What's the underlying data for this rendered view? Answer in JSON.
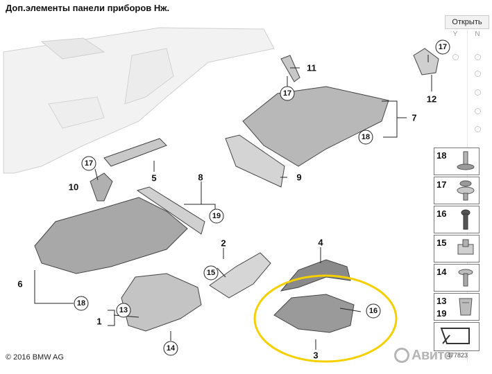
{
  "page": {
    "title": "Доп.элементы панели приборов Нж.",
    "copyright": "© 2016 BMW AG",
    "diagram_code": "477823",
    "watermark": "Авито"
  },
  "side_panel": {
    "open_label": "Открыть",
    "yes_label": "Y",
    "no_label": "N"
  },
  "callouts": {
    "c1": "1",
    "c2": "2",
    "c3": "3",
    "c4": "4",
    "c5": "5",
    "c6": "6",
    "c7": "7",
    "c8": "8",
    "c9": "9",
    "c10": "10",
    "c11": "11",
    "c12": "12",
    "c13": "13",
    "c14": "14",
    "c15": "15",
    "c16": "16",
    "c17a": "17",
    "c17b": "17",
    "c17c": "17",
    "c18a": "18",
    "c18b": "18",
    "c19": "19"
  },
  "legend": [
    {
      "number": "18",
      "icon": "push-rivet-icon"
    },
    {
      "number": "17",
      "icon": "clip-nut-icon"
    },
    {
      "number": "16",
      "icon": "expanding-rivet-icon"
    },
    {
      "number": "15",
      "icon": "spring-nut-icon"
    },
    {
      "number": "14",
      "icon": "screw-washer-icon"
    },
    {
      "number": "13",
      "number2": "19",
      "icon": "clip-icon"
    }
  ],
  "colors": {
    "highlight": "#f5d000",
    "part_fill": "#d8d8d8",
    "part_dark": "#a8a8a8"
  }
}
